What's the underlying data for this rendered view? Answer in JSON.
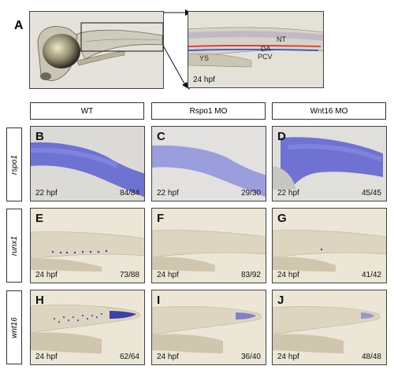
{
  "panel_a": {
    "letter": "A",
    "inset_stage": "24 hpf",
    "labels": {
      "nt": "NT",
      "da": "DA",
      "ys": "YS",
      "pcv": "PCV"
    }
  },
  "columns": [
    "WT",
    "Rspo1 MO",
    "Wnt16 MO"
  ],
  "rows": [
    {
      "gene": "rspo1",
      "panels": [
        {
          "letter": "B",
          "stage": "22 hpf",
          "count": "84/84"
        },
        {
          "letter": "C",
          "stage": "22 hpf",
          "count": "29/30"
        },
        {
          "letter": "D",
          "stage": "22 hpf",
          "count": "45/45"
        }
      ]
    },
    {
      "gene": "runx1",
      "panels": [
        {
          "letter": "E",
          "stage": "24 hpf",
          "count": "73/88"
        },
        {
          "letter": "F",
          "stage": "24 hpf",
          "count": "83/92"
        },
        {
          "letter": "G",
          "stage": "24 hpf",
          "count": "41/42"
        }
      ]
    },
    {
      "gene": "wnt16",
      "panels": [
        {
          "letter": "H",
          "stage": "24 hpf",
          "count": "62/64"
        },
        {
          "letter": "I",
          "stage": "24 hpf",
          "count": "36/40"
        },
        {
          "letter": "J",
          "stage": "24 hpf",
          "count": "48/48"
        }
      ]
    }
  ],
  "colors": {
    "rspo1_stain": "#5a5fd0",
    "tissue_bg": "#ece7d8",
    "artery": "#d43a3a",
    "vein": "#3a52c8"
  }
}
